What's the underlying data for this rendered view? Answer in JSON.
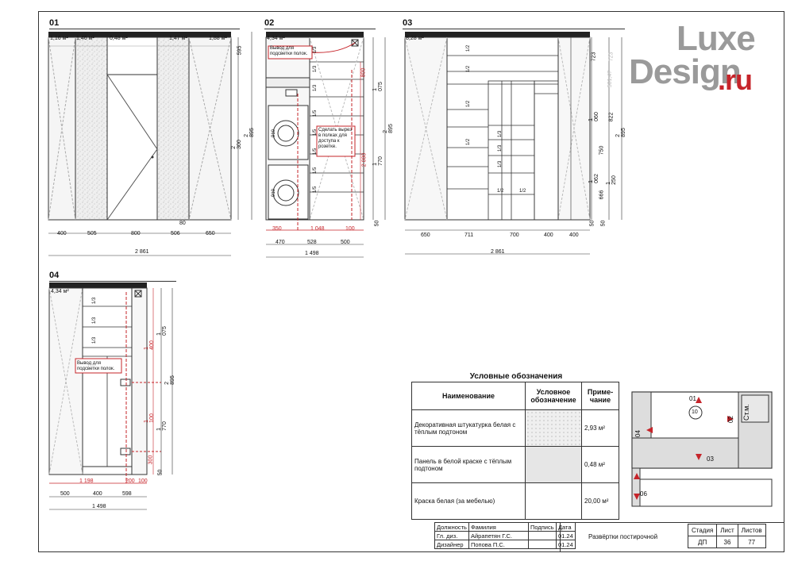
{
  "watermark": {
    "brand_top": "Luxe",
    "brand_bottom": "Design",
    "brand_suffix": ".ru"
  },
  "views": {
    "v01": {
      "label": "01",
      "areas": [
        "1,16 м²",
        "1,46 м²",
        "0,48 м²",
        "1,47 м²",
        "1,88 м²"
      ],
      "dims_bottom": [
        "400",
        "505",
        "800",
        "506",
        "650"
      ],
      "total": "2 861",
      "dims_right": [
        "595",
        "2 300",
        "2 895",
        "80"
      ]
    },
    "v02": {
      "label": "02",
      "area": "4,34 м²",
      "note1": "Вывод для подсветки полок.",
      "note2": "Сделать вырез в полках для доступа к розетке.",
      "fractions": [
        "1/3",
        "1/3",
        "1/3",
        "1/5",
        "1/5",
        "1/5",
        "1/5",
        "1/5"
      ],
      "machine_label": "910",
      "dims_red_bottom": [
        "350",
        "1 048",
        "100"
      ],
      "dims_bottom": [
        "470",
        "528",
        "500"
      ],
      "total": "1 498",
      "dims_right": [
        "1 075",
        "1 770",
        "2 895",
        "50"
      ],
      "dims_red_right": [
        "800",
        "2 000"
      ]
    },
    "v03": {
      "label": "03",
      "area": "8,28 м²",
      "fractions": [
        "1/2",
        "1/2",
        "1/2",
        "1/2",
        "1/3",
        "1/3",
        "1/3",
        "1/2",
        "1/2"
      ],
      "dims_bottom": [
        "650",
        "711",
        "700",
        "400",
        "400"
      ],
      "total": "2 861",
      "dims_right": [
        "723",
        "1 060",
        "750",
        "1 062",
        "666",
        "1 250",
        "822",
        "2 895",
        "50",
        "50"
      ],
      "dims_faded": [
        "501,47",
        "723"
      ]
    },
    "v04": {
      "label": "04",
      "area": "4,34 м²",
      "note": "Вывод для подсветки полок.",
      "fractions": [
        "1/3",
        "1/3",
        "1/3"
      ],
      "dims_red_right": [
        "1 400",
        "1 100",
        "300"
      ],
      "dims_right": [
        "1 075",
        "1 770",
        "2 895",
        "50"
      ],
      "dims_red_bottom": [
        "1 198",
        "200",
        "100"
      ],
      "dims_bottom": [
        "500",
        "400",
        "598"
      ],
      "total": "1 498"
    }
  },
  "legend": {
    "title": "Условные обозначения",
    "headers": [
      "Наименование",
      "Условное обозначение",
      "Приме-чание"
    ],
    "rows": [
      {
        "name": "Декоративная штукатурка белая с тёплым подтоном",
        "note": "2,93 м²"
      },
      {
        "name": "Панель в белой краске с тёплым подтоном",
        "note": "0,48 м²"
      },
      {
        "name": "Краска белая (за мебелью)",
        "note": "20,00 м²"
      }
    ]
  },
  "plan": {
    "marks": [
      "01",
      "02",
      "03",
      "04",
      "06"
    ],
    "room_number": "10",
    "closet_label": "Ст.м."
  },
  "stamp": {
    "headers": [
      "Должность",
      "Фамилия",
      "Подпись",
      "Дата"
    ],
    "rows": [
      [
        "Гл. диз.",
        "Айрапетян Г.С.",
        "",
        "01.24"
      ],
      [
        "Дизайнер",
        "Попова П.С.",
        "",
        "01.24"
      ]
    ],
    "title": "Развёртки постирочной",
    "stage_headers": [
      "Стадия",
      "Лист",
      "Листов"
    ],
    "stage_values": [
      "ДП",
      "36",
      "77"
    ]
  }
}
